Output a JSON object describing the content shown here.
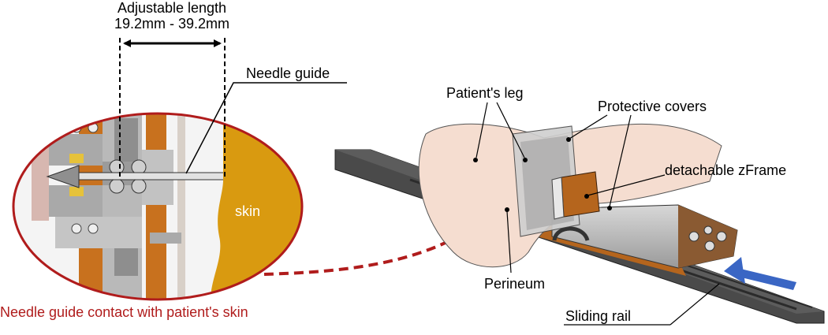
{
  "figure": {
    "adjustable_length": {
      "title": "Adjustable length",
      "range": "19.2mm - 39.2mm"
    },
    "callouts": {
      "needle_guide": "Needle guide",
      "skin": "skin",
      "contact_caption": "Needle guide contact with patient's skin",
      "patients_leg": "Patient's leg",
      "protective_covers": "Protective covers",
      "zframe": "detachable zFrame",
      "perineum": "Perineum",
      "sliding_rail": "Sliding rail"
    },
    "colors": {
      "skin_fill": "#d99a10",
      "contact_red": "#b01c1c",
      "motion_arrow": "#3a66c4",
      "rail": "#4a4a4a",
      "copper": "#b5651d"
    }
  }
}
